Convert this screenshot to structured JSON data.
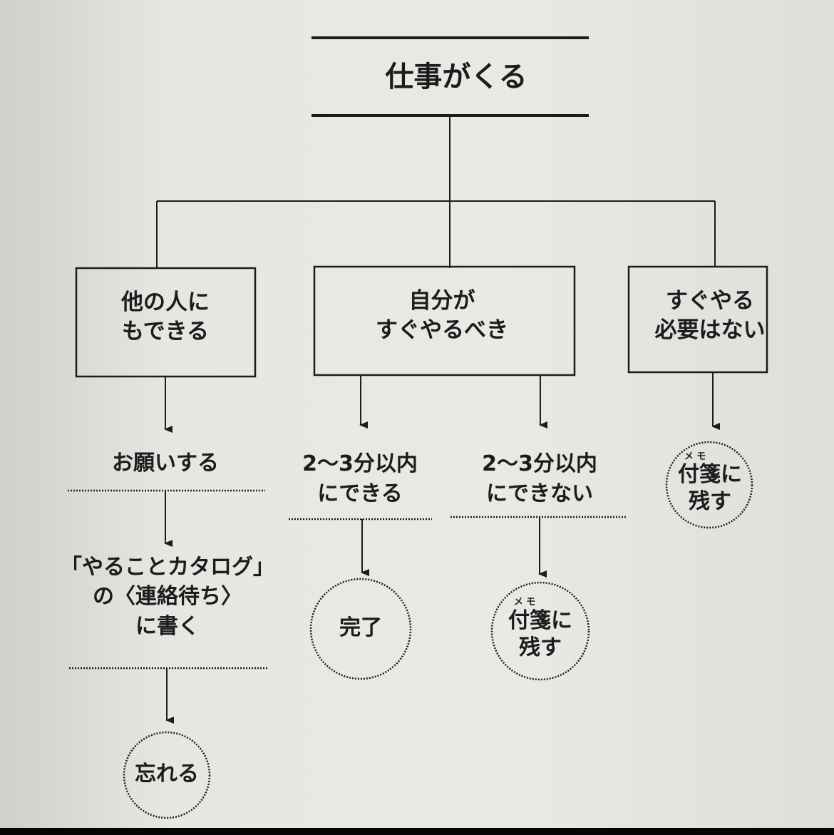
{
  "title": "仕事がくる",
  "branches": [
    {
      "box": [
        "他の人に",
        "もできる"
      ],
      "steps": [
        "お願いする",
        "「やることカタログ」",
        "の〈連絡待ち〉",
        "に書く"
      ],
      "result": "忘れる"
    },
    {
      "box": [
        "自分が",
        "すぐやるべき"
      ],
      "sub": [
        {
          "condition": [
            "2〜3分以内",
            "にできる"
          ],
          "result": "完了"
        },
        {
          "condition": [
            "2〜3分以内",
            "にできない"
          ],
          "result": [
            "付箋に",
            "残す"
          ],
          "ruby": "メ モ"
        }
      ]
    },
    {
      "box": [
        "すぐやる",
        "必要はない"
      ],
      "result": [
        "付箋に",
        "残す"
      ],
      "ruby": "メ モ"
    }
  ]
}
